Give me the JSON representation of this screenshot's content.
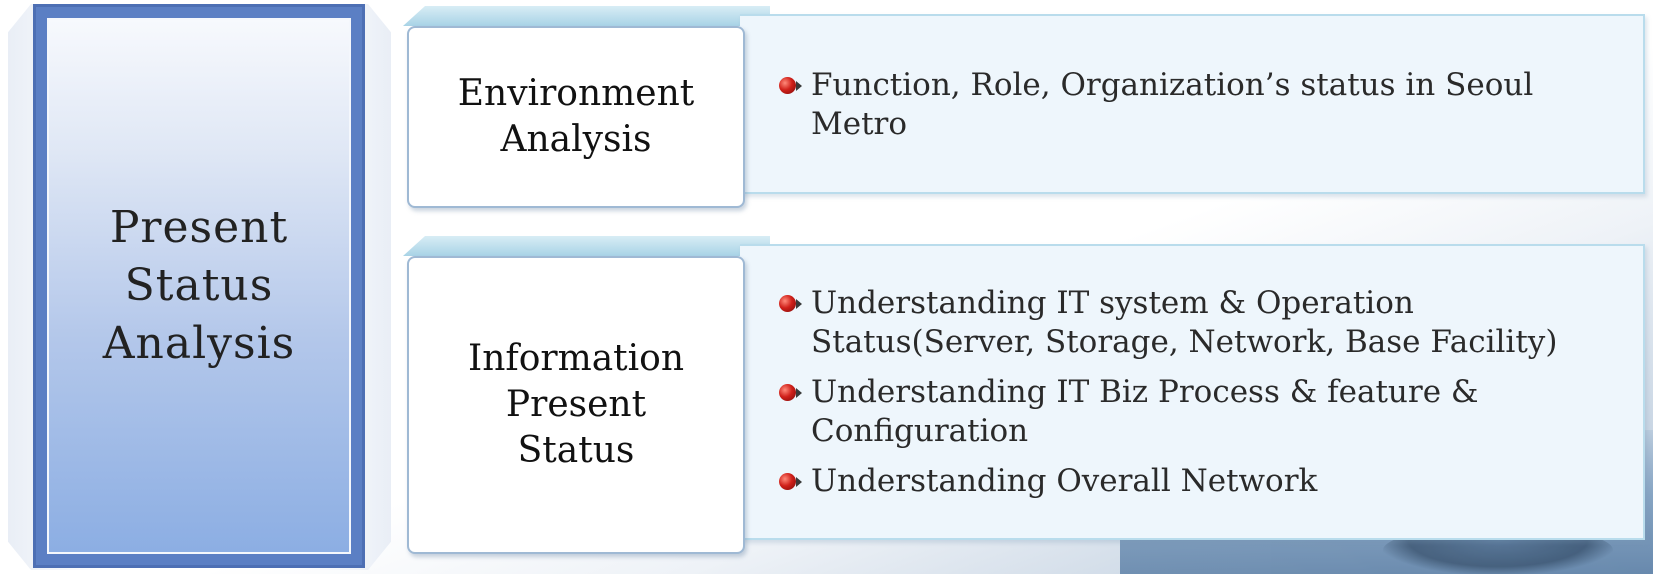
{
  "left_panel": {
    "title": "Present\nStatus\nAnalysis"
  },
  "rows": [
    {
      "label": "Environment\nAnalysis",
      "bullets": [
        "Function, Role, Organization’s status in Seoul Metro"
      ]
    },
    {
      "label": "Information\nPresent\nStatus",
      "bullets": [
        "Understanding IT system & Operation Status(Server, Storage, Network, Base Facility)",
        "Understanding IT Biz Process & feature & Configuration",
        "Understanding Overall Network"
      ]
    }
  ],
  "colors": {
    "left_panel": "#5b7fc4",
    "row_background": "#eef6fc",
    "row_border": "#b9dcec",
    "bullet": "#d0201a"
  },
  "icon_names": [
    "bullet-sphere-icon"
  ]
}
